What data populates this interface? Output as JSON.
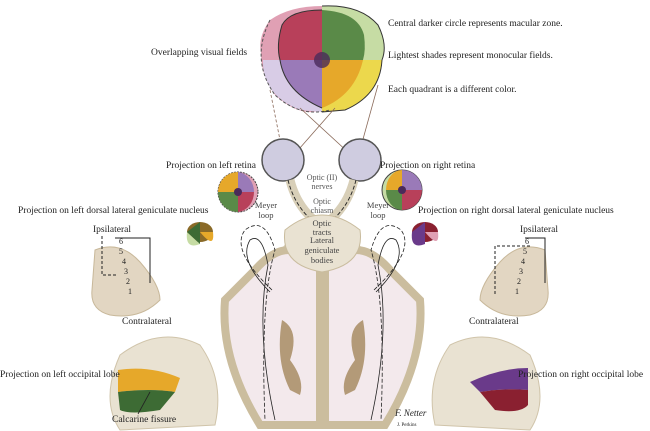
{
  "legend": {
    "macular": "Central darker circle represents macular zone.",
    "monocular": "Lightest shades represent monocular fields.",
    "quadrant": "Each quadrant is a different color."
  },
  "labels": {
    "overlapping_fields": "Overlapping visual fields",
    "left_retina": "Projection on left retina",
    "right_retina": "Projection on right retina",
    "optic_nerves_1": "Optic (II)",
    "optic_nerves_2": "nerves",
    "optic_chiasm_1": "Optic",
    "optic_chiasm_2": "chiasm",
    "optic_tracts_1": "Optic",
    "optic_tracts_2": "tracts",
    "meyer_1": "Meyer",
    "meyer_2": "loop",
    "lgb_1": "Lateral",
    "lgb_2": "geniculate",
    "lgb_3": "bodies",
    "left_dlgn": "Projection on left dorsal lateral geniculate nucleus",
    "right_dlgn": "Projection on right dorsal lateral geniculate nucleus",
    "ipsilateral": "Ipsilateral",
    "contralateral": "Contralateral",
    "left_occipital": "Projection on left occipital lobe",
    "right_occipital": "Projection on right occipital lobe",
    "calcarine": "Calcarine fissure",
    "layers": [
      "6",
      "5",
      "4",
      "3",
      "2",
      "1"
    ],
    "signature": "F. Netter",
    "signature_2": "J. Perkins"
  },
  "colors": {
    "red": "#b8405a",
    "pink": "#e0a0b4",
    "green": "#5a8a48",
    "lightgreen": "#c6dca4",
    "purple": "#9a7ab8",
    "lavender": "#d8cce6",
    "orange": "#e6a82a",
    "yellow": "#ecd84c",
    "brain": "#e9e2d2",
    "cortex": "#d9cdb4",
    "white_matter": "#f3e9ec"
  }
}
